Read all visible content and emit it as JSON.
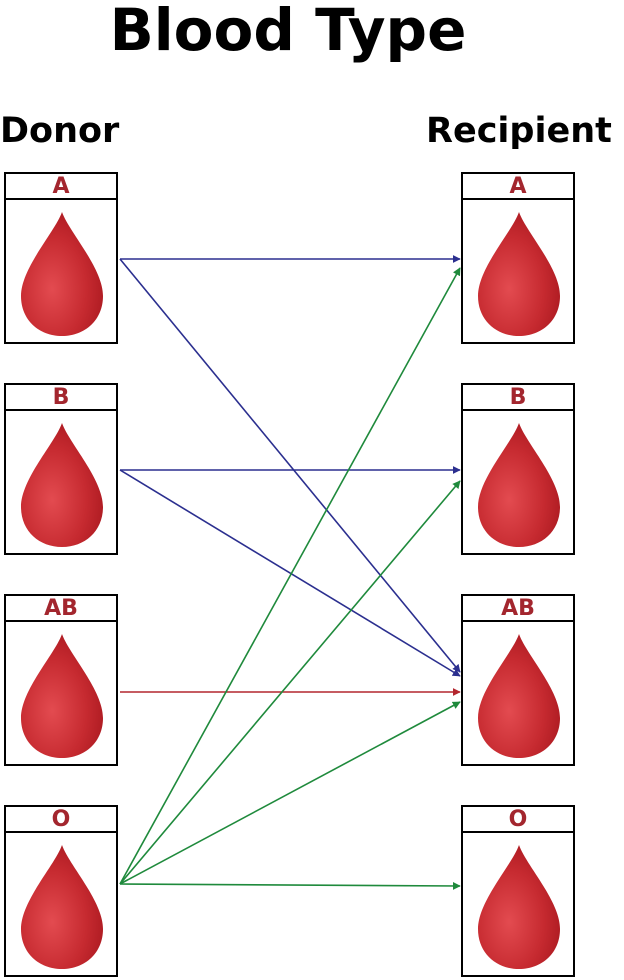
{
  "title": "Blood Type",
  "columns": {
    "donor": "Donor",
    "recipient": "Recipient"
  },
  "donors": [
    {
      "id": "A",
      "label": "A"
    },
    {
      "id": "B",
      "label": "B"
    },
    {
      "id": "AB",
      "label": "AB"
    },
    {
      "id": "O",
      "label": "O"
    }
  ],
  "recipients": [
    {
      "id": "A",
      "label": "A"
    },
    {
      "id": "B",
      "label": "B"
    },
    {
      "id": "AB",
      "label": "AB"
    },
    {
      "id": "O",
      "label": "O"
    }
  ],
  "colors": {
    "label_red": "#a3262e",
    "drop_light": "#e0454a",
    "drop_dark": "#b01c22",
    "blue_arrow": "#2b2f8f",
    "red_arrow": "#b3262e",
    "green_arrow": "#1f8a3c"
  },
  "compatibility": [
    {
      "from": "A",
      "to": "A",
      "color": "blue"
    },
    {
      "from": "A",
      "to": "AB",
      "color": "blue"
    },
    {
      "from": "B",
      "to": "B",
      "color": "blue"
    },
    {
      "from": "B",
      "to": "AB",
      "color": "blue"
    },
    {
      "from": "AB",
      "to": "AB",
      "color": "red"
    },
    {
      "from": "O",
      "to": "A",
      "color": "green"
    },
    {
      "from": "O",
      "to": "B",
      "color": "green"
    },
    {
      "from": "O",
      "to": "AB",
      "color": "green"
    },
    {
      "from": "O",
      "to": "O",
      "color": "green"
    }
  ]
}
